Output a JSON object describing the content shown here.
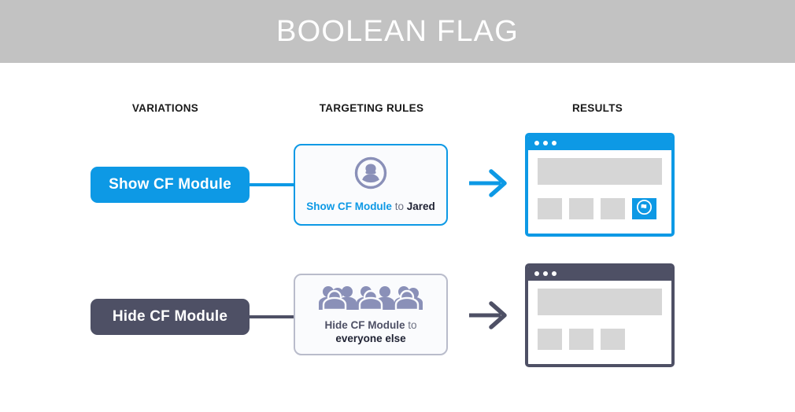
{
  "header": {
    "title": "BOOLEAN FLAG",
    "background_color": "#c2c2c2",
    "text_color": "#ffffff"
  },
  "colors": {
    "accent_blue": "#0d99e5",
    "slate": "#4e5065",
    "icon_purple": "#8a90b8",
    "placeholder_gray": "#d6d6d6",
    "card_border_gray": "#b9bccb"
  },
  "columns": {
    "variations": "VARIATIONS",
    "targeting_rules": "TARGETING RULES",
    "results": "RESULTS"
  },
  "rows": [
    {
      "id": "show",
      "variation_label": "Show CF Module",
      "rule_icon": "single-person-icon",
      "rule_text": {
        "action": "Show CF Module",
        "connector": "to",
        "audience": "Jared"
      },
      "arrow_icon": "arrow-right-icon",
      "result": {
        "window_dots": 3,
        "tiles": [
          "placeholder",
          "placeholder",
          "placeholder"
        ],
        "cf_module_tile_icon": "cf-module-flag-icon",
        "cf_module_visible": "true"
      }
    },
    {
      "id": "hide",
      "variation_label": "Hide CF Module",
      "rule_icon": "crowd-people-icon",
      "rule_text": {
        "action": "Hide CF Module",
        "connector": "to",
        "audience": "everyone else"
      },
      "arrow_icon": "arrow-right-icon",
      "result": {
        "window_dots": 3,
        "tiles": [
          "placeholder",
          "placeholder",
          "placeholder"
        ],
        "cf_module_tile_icon": "",
        "cf_module_visible": "false"
      }
    }
  ]
}
